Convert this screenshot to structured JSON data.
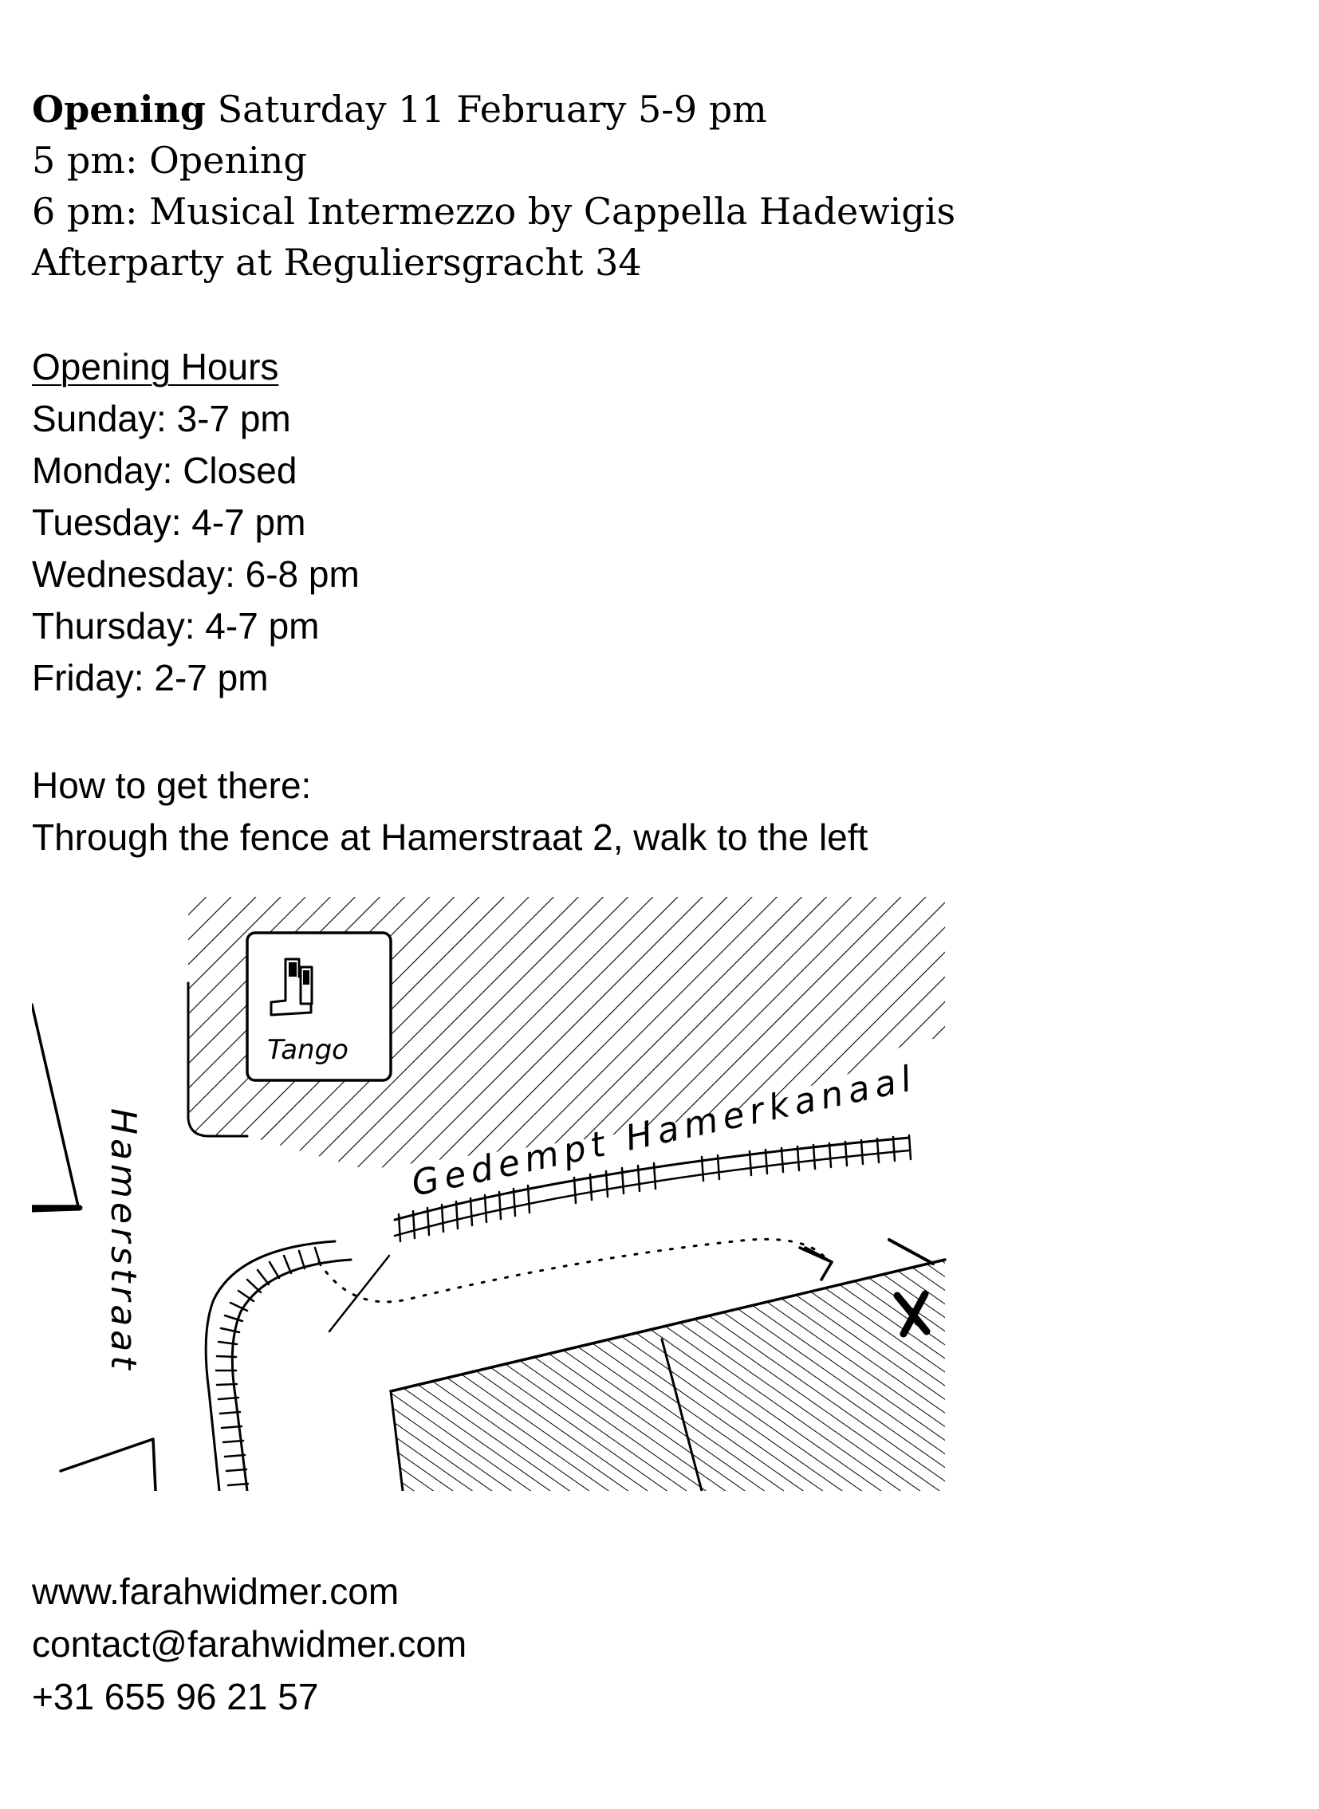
{
  "opening": {
    "label": "Opening",
    "date_time": "Saturday 11 February 5-9 pm",
    "schedule": [
      "5 pm: Opening",
      "6 pm: Musical Intermezzo by Cappella Hadewigis",
      "Afterparty at Reguliersgracht 34"
    ]
  },
  "hours": {
    "heading": "Opening Hours",
    "days": [
      "Sunday: 3-7 pm",
      "Monday: Closed",
      "Tuesday: 4-7 pm",
      "Wednesday: 6-8 pm",
      "Thursday: 4-7 pm",
      "Friday: 2-7 pm"
    ]
  },
  "directions": {
    "heading": "How to get there:",
    "text": "Through the fence at Hamerstraat 2, walk to the left"
  },
  "map": {
    "building_label": "Tango",
    "street_vertical": "Hamerstraat",
    "street_diagonal": "Gedempt Hamerkanaal",
    "destination_mark": "X"
  },
  "contact": {
    "website": "www.farahwidmer.com",
    "email": "contact@farahwidmer.com",
    "phone": "+31 655 96 21 57"
  }
}
